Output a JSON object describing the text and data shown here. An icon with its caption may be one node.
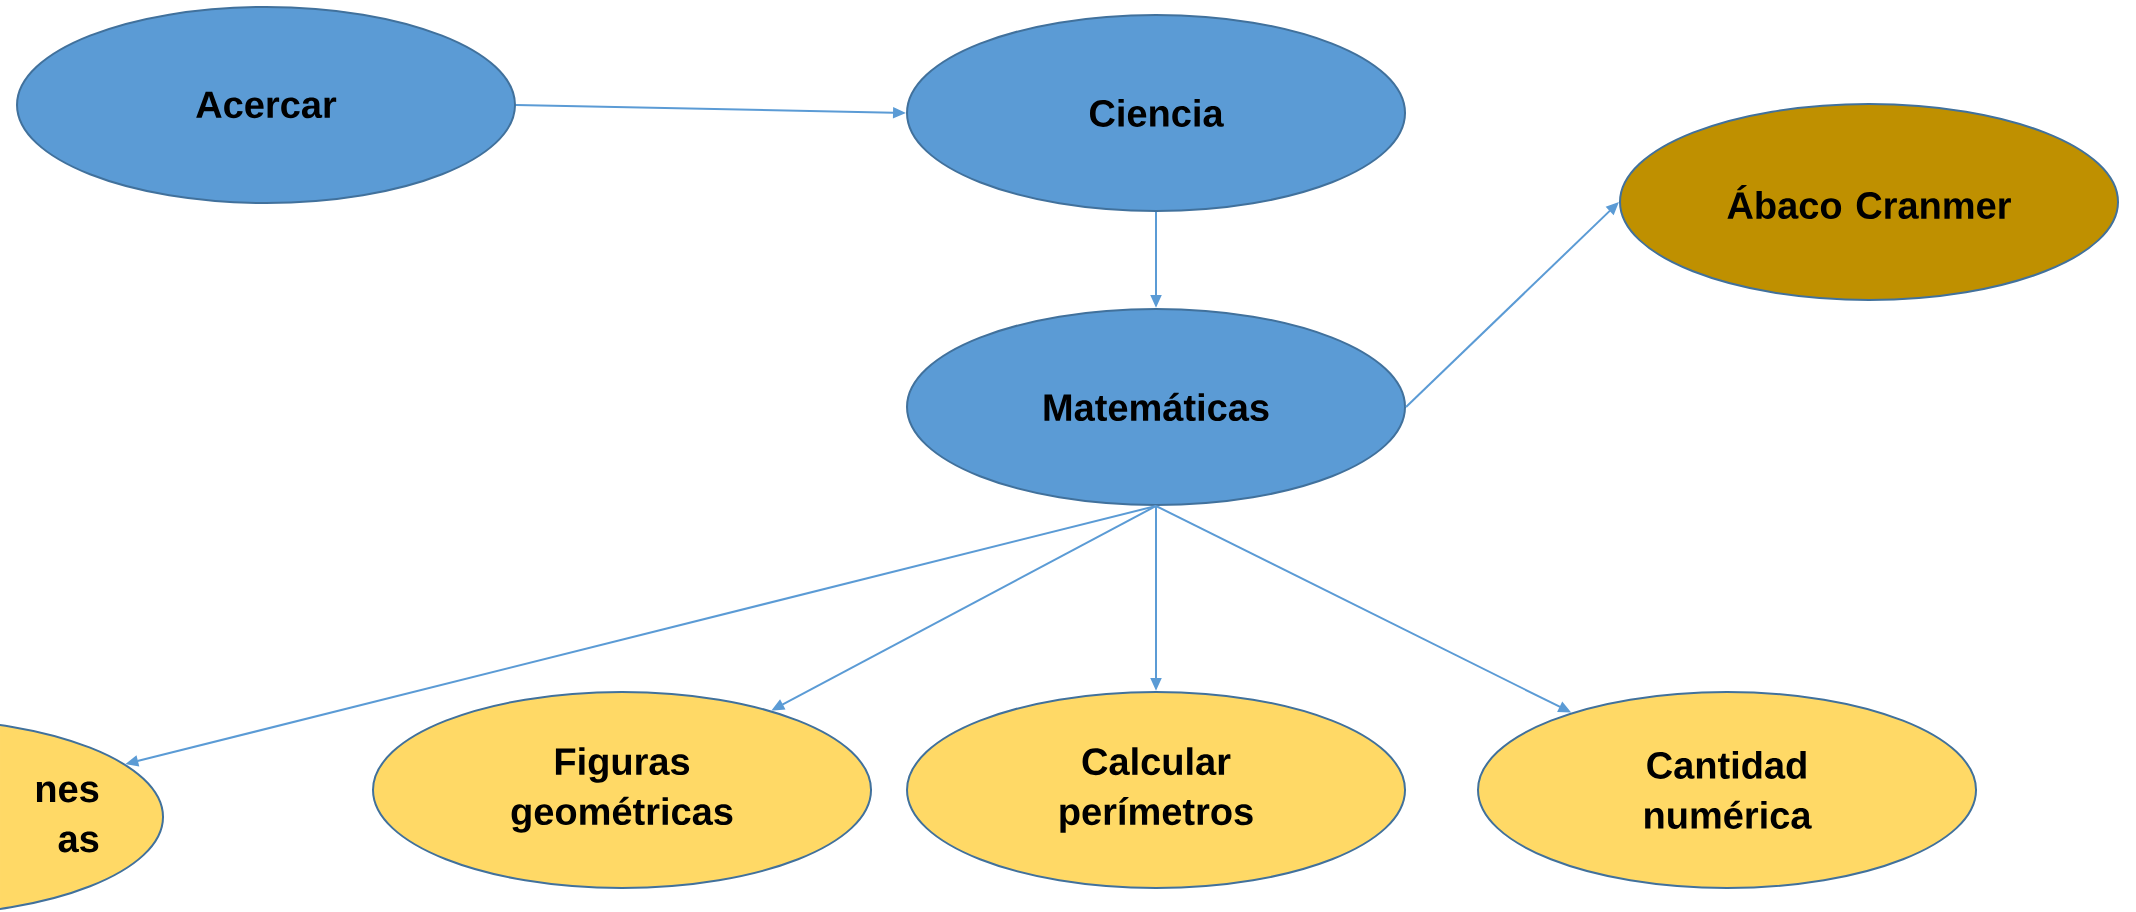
{
  "diagram": {
    "nodes": [
      {
        "text": [
          "Acercar"
        ]
      },
      {
        "text": [
          "Ciencia"
        ]
      },
      {
        "text": [
          "Ábaco Cranmer"
        ]
      },
      {
        "text": [
          "Matemáticas"
        ]
      },
      {
        "text": [
          "nes as"
        ]
      },
      {
        "text": [
          "Figuras geométricas"
        ]
      },
      {
        "text": [
          "Calcular perímetros"
        ]
      },
      {
        "text": [
          "Cantidad numérica"
        ]
      }
    ],
    "edges": [
      {
        "from": 0,
        "to": 1,
        "arrow": "to"
      },
      {
        "from": 1,
        "to": 3,
        "arrow": "to"
      },
      {
        "from": 3,
        "to": 2,
        "arrow": "to"
      },
      {
        "from": 3,
        "to": 4,
        "arrow": "to"
      },
      {
        "from": 3,
        "to": 5,
        "arrow": "to"
      },
      {
        "from": 3,
        "to": 6,
        "arrow": "to"
      },
      {
        "from": 3,
        "to": 7,
        "arrow": "to"
      }
    ]
  }
}
